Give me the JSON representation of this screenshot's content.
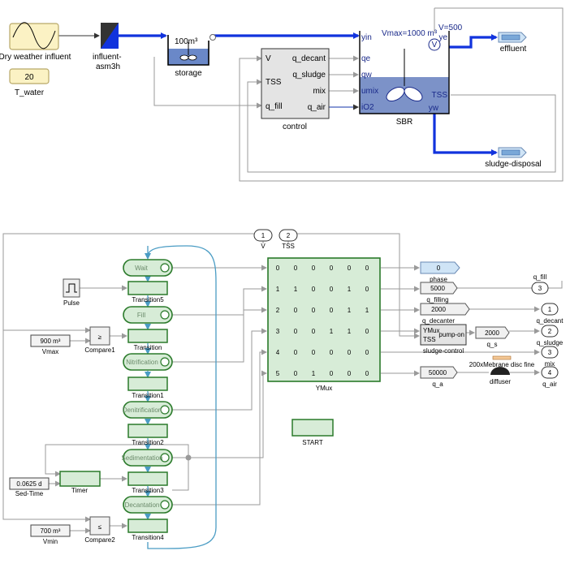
{
  "influent": {
    "source_label": "Dry weather influent",
    "converter_label": "influent-\nasm3h",
    "t_water_value": "20",
    "t_water_label": "T_water"
  },
  "storage": {
    "volume_text": "100m³",
    "label": "storage"
  },
  "control": {
    "label": "control",
    "in_ports": [
      "V",
      "TSS",
      "q_fill"
    ],
    "out_ports": [
      "q_decant",
      "q_sludge",
      "mix",
      "q_air"
    ]
  },
  "sbr": {
    "label": "SBR",
    "vmax_text": "Vmax=1000 m³",
    "volume_display": "V=500",
    "in_ports": [
      "yin",
      "qe",
      "qw",
      "umix",
      "iO2"
    ],
    "out_ports": [
      "ye",
      "TSS",
      "yw"
    ],
    "v_symbol": "V"
  },
  "outputs": {
    "effluent": "effluent",
    "sludge_disposal": "sludge-disposal"
  },
  "chart": {
    "inports": [
      {
        "num": "1",
        "label": "V"
      },
      {
        "num": "2",
        "label": "TSS"
      }
    ],
    "pulse_label": "Pulse",
    "vmax_const": "900 m³",
    "vmax_label": "Vmax",
    "compare1_symbol": "≥",
    "compare1_label": "Compare1",
    "sedtime_const": "0.0625 d",
    "sedtime_label": "Sed-Time",
    "timer_label": "Timer",
    "vmin_const": "700 m³",
    "vmin_label": "Vmin",
    "compare2_symbol": "≤",
    "compare2_label": "Compare2",
    "states": [
      "Wait",
      "Fill",
      "Nitrification",
      "Denitrification",
      "Sedimentation",
      "Decantation"
    ],
    "transitions": [
      "Transition5",
      "Transition",
      "Transition1",
      "Transition2",
      "Transition3",
      "Transition4"
    ],
    "start_label": "START",
    "ymux_label": "YMux",
    "ymux_rows": [
      [
        "0",
        "0",
        "0",
        "0",
        "0",
        "0"
      ],
      [
        "1",
        "1",
        "0",
        "0",
        "1",
        "0"
      ],
      [
        "2",
        "0",
        "0",
        "0",
        "1",
        "1"
      ],
      [
        "3",
        "0",
        "0",
        "1",
        "1",
        "0"
      ],
      [
        "4",
        "0",
        "0",
        "0",
        "0",
        "0"
      ],
      [
        "5",
        "0",
        "1",
        "0",
        "0",
        "0"
      ]
    ],
    "phase_value": "0",
    "phase_label": "phase",
    "q_filling_value": "5000",
    "q_filling_label": "q_filling",
    "q_decanter_value": "2000",
    "q_decanter_label": "q_decanter",
    "sludge_ctrl_in": [
      "YMux",
      "TSS"
    ],
    "sludge_ctrl_out": "pump-on",
    "sludge_ctrl_label": "sludge-control",
    "q_s_value": "2000",
    "q_s_label": "q_s",
    "q_a_value": "50000",
    "q_a_label": "q_a",
    "diffuser_text": "200xMebrane disc fine",
    "diffuser_label": "diffuser",
    "outports": [
      {
        "num": "3",
        "label": "q_fill"
      },
      {
        "num": "1",
        "label": "q_decant"
      },
      {
        "num": "2",
        "label": "q_sludge"
      },
      {
        "num": "3",
        "label": "mix"
      },
      {
        "num": "4",
        "label": "q_air"
      }
    ]
  }
}
